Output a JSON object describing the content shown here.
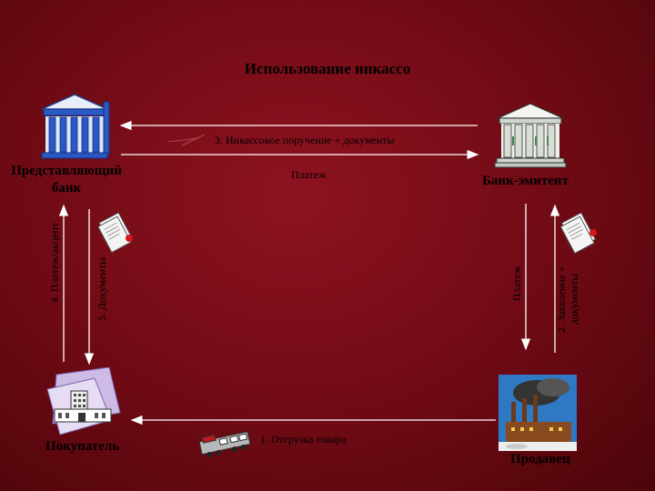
{
  "slide": {
    "title": "Использование инкассо",
    "nodes": {
      "presenting_bank": "Представляющий банк",
      "issuing_bank": "Банк-эмитент",
      "buyer": "Покупатель",
      "seller": "Продавец"
    },
    "arrows": {
      "collection_order": "3. Инкассовое поручение + документы",
      "payment_top": "Платеж",
      "payment_acceptance": "4. Платеж/акцепт",
      "documents": "5. Документы",
      "payment_right": "Платеж",
      "application": "2. Заявление + документы",
      "shipment": "1. Отгрузка товара"
    }
  },
  "colors": {
    "background": "#7a0d17",
    "arrow": "#ffffff",
    "text": "#000000"
  },
  "icons": {
    "presenting_bank": "bank-building-icon",
    "issuing_bank": "bank-building-icon",
    "buyer": "office-building-icon",
    "seller": "factory-icon",
    "documents": "document-seal-icon",
    "shipment": "train-icon"
  }
}
